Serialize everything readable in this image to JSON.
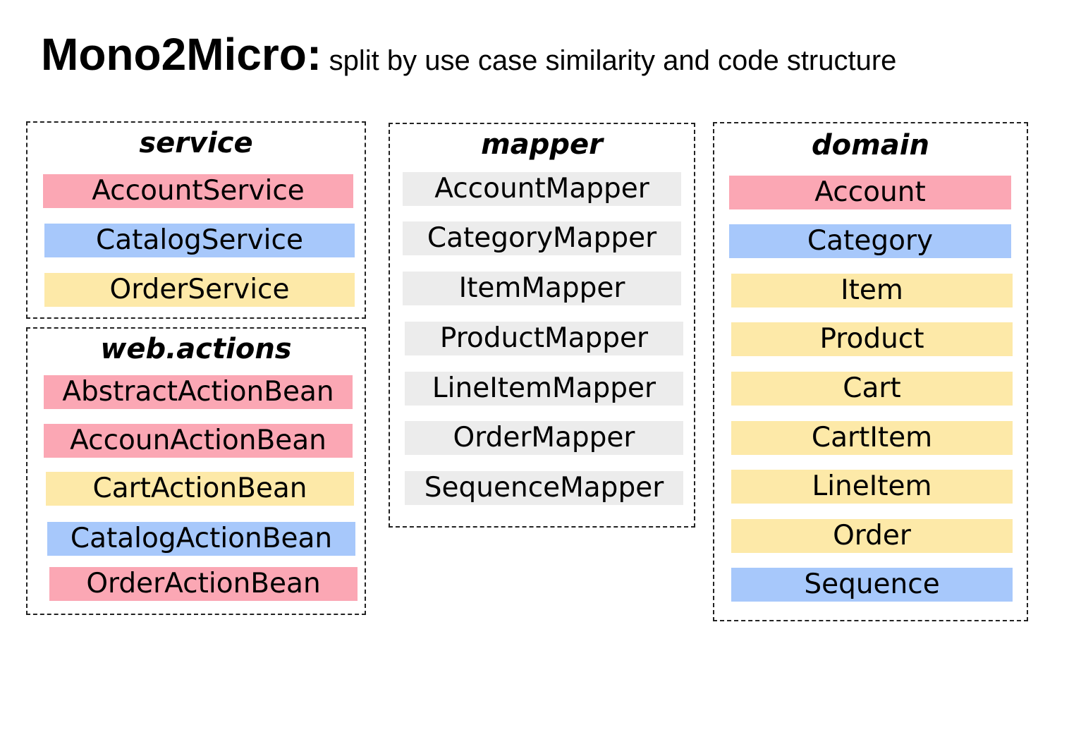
{
  "title": {
    "main": "Mono2Micro:",
    "subtitle": "split by use case similarity and code structure"
  },
  "colors": {
    "account": "#fba7b4",
    "catalog": "#a7c8fb",
    "order": "#fde9a8",
    "neutral": "#ececec"
  },
  "groups": {
    "service": {
      "title": "service",
      "items": [
        {
          "label": "AccountService",
          "color": "#fba7b4"
        },
        {
          "label": "CatalogService",
          "color": "#a7c8fb"
        },
        {
          "label": "OrderService",
          "color": "#fde9a8"
        }
      ]
    },
    "web_actions": {
      "title": "web.actions",
      "items": [
        {
          "label": "AbstractActionBean",
          "color": "#fba7b4"
        },
        {
          "label": "AccounActionBean",
          "color": "#fba7b4"
        },
        {
          "label": "CartActionBean",
          "color": "#fde9a8"
        },
        {
          "label": "CatalogActionBean",
          "color": "#a7c8fb"
        },
        {
          "label": "OrderActionBean",
          "color": "#fba7b4"
        }
      ]
    },
    "mapper": {
      "title": "mapper",
      "items": [
        {
          "label": "AccountMapper",
          "color": "#ececec"
        },
        {
          "label": "CategoryMapper",
          "color": "#ececec"
        },
        {
          "label": "ItemMapper",
          "color": "#ececec"
        },
        {
          "label": "ProductMapper",
          "color": "#ececec"
        },
        {
          "label": "LineItemMapper",
          "color": "#ececec"
        },
        {
          "label": "OrderMapper",
          "color": "#ececec"
        },
        {
          "label": "SequenceMapper",
          "color": "#ececec"
        }
      ]
    },
    "domain": {
      "title": "domain",
      "items": [
        {
          "label": "Account",
          "color": "#fba7b4"
        },
        {
          "label": "Category",
          "color": "#a7c8fb"
        },
        {
          "label": "Item",
          "color": "#fde9a8"
        },
        {
          "label": "Product",
          "color": "#fde9a8"
        },
        {
          "label": "Cart",
          "color": "#fde9a8"
        },
        {
          "label": "CartItem",
          "color": "#fde9a8"
        },
        {
          "label": "LineItem",
          "color": "#fde9a8"
        },
        {
          "label": "Order",
          "color": "#fde9a8"
        },
        {
          "label": "Sequence",
          "color": "#a7c8fb"
        }
      ]
    }
  }
}
